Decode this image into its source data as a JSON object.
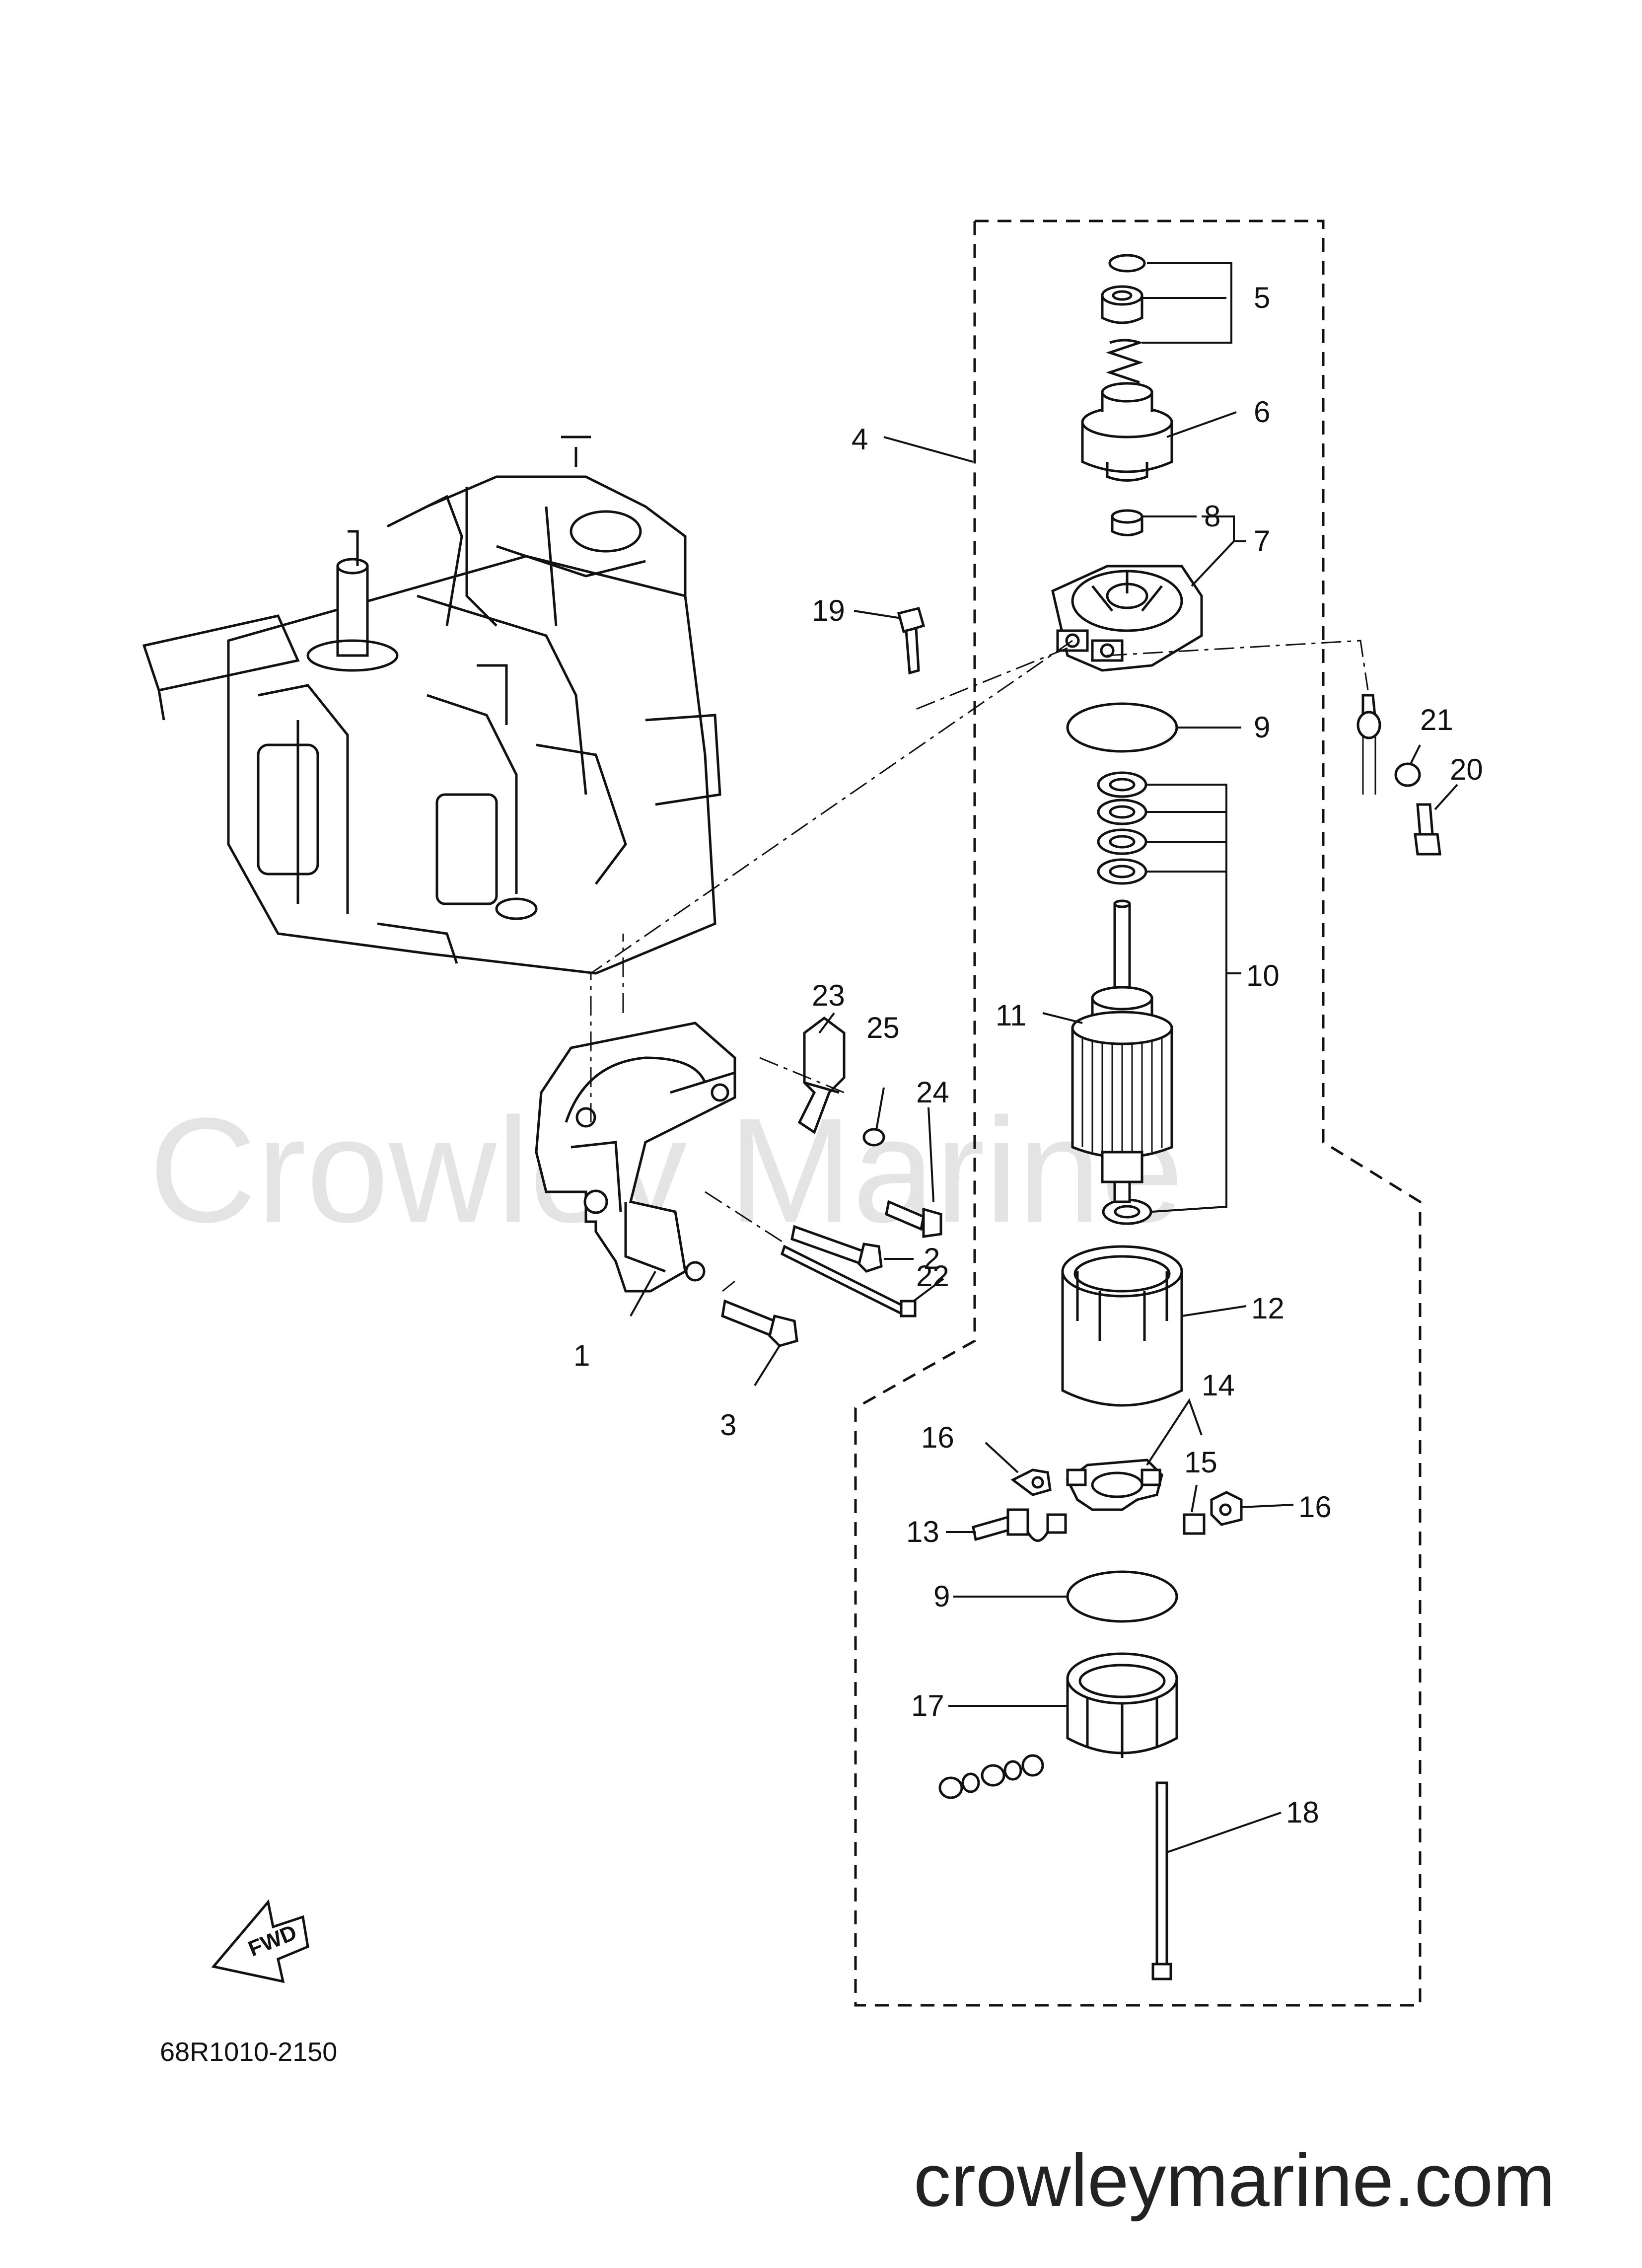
{
  "diagram": {
    "drawing_code": "68R1010-2150",
    "watermark_text": "Crowley Marine",
    "site_text": "crowleymarine.com",
    "fwd_label": "FWD",
    "callouts": [
      "1",
      "2",
      "3",
      "4",
      "5",
      "6",
      "7",
      "8",
      "9",
      "9",
      "10",
      "11",
      "12",
      "13",
      "14",
      "15",
      "16",
      "16",
      "17",
      "18",
      "19",
      "20",
      "21",
      "22",
      "23",
      "24",
      "25"
    ]
  }
}
